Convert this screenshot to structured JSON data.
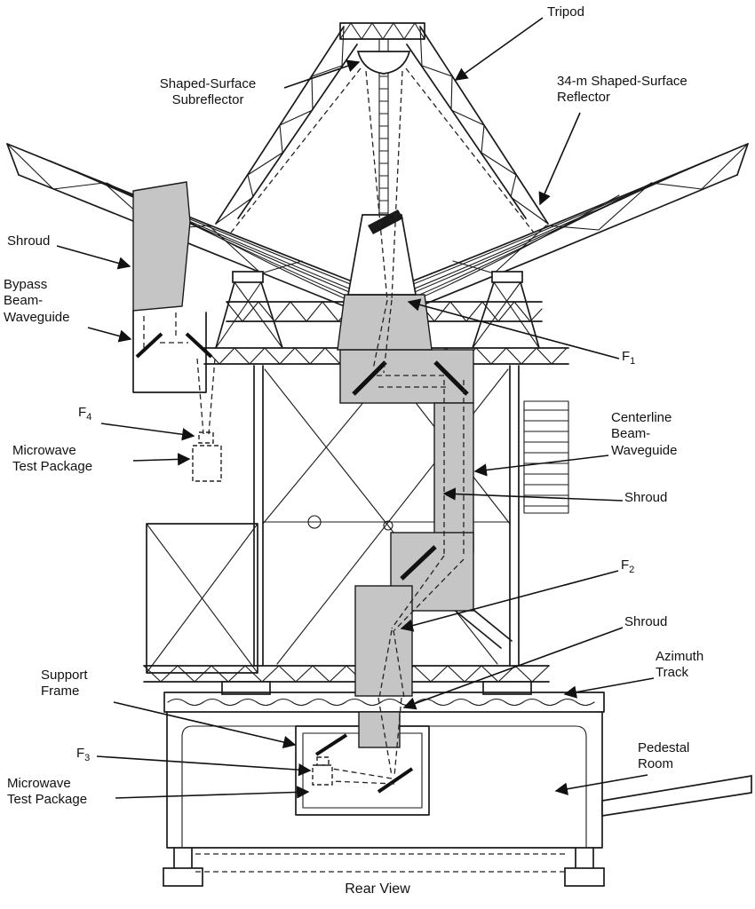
{
  "figure": {
    "caption": "Rear View"
  },
  "labels": {
    "tripod": "Tripod",
    "subreflector": "Shaped-Surface\nSubreflector",
    "reflector": "34-m Shaped-Surface\nReflector",
    "shroud_upper": "Shroud",
    "bypass": "Bypass\nBeam-\nWaveguide",
    "f4": {
      "base": "F",
      "sub": "4"
    },
    "mtp_upper": "Microwave\nTest Package",
    "f1": {
      "base": "F",
      "sub": "1"
    },
    "centerline": "Centerline\nBeam-\nWaveguide",
    "shroud_mid": "Shroud",
    "f2": {
      "base": "F",
      "sub": "2"
    },
    "shroud_lower": "Shroud",
    "azimuth": "Azimuth\nTrack",
    "support_frame": "Support\nFrame",
    "f3": {
      "base": "F",
      "sub": "3"
    },
    "mtp_lower": "Microwave\nTest Package",
    "pedestal": "Pedestal\nRoom"
  },
  "colors": {
    "line": "#1a1a1a",
    "shroud_fill": "#c5c5c5",
    "background": "#ffffff"
  }
}
